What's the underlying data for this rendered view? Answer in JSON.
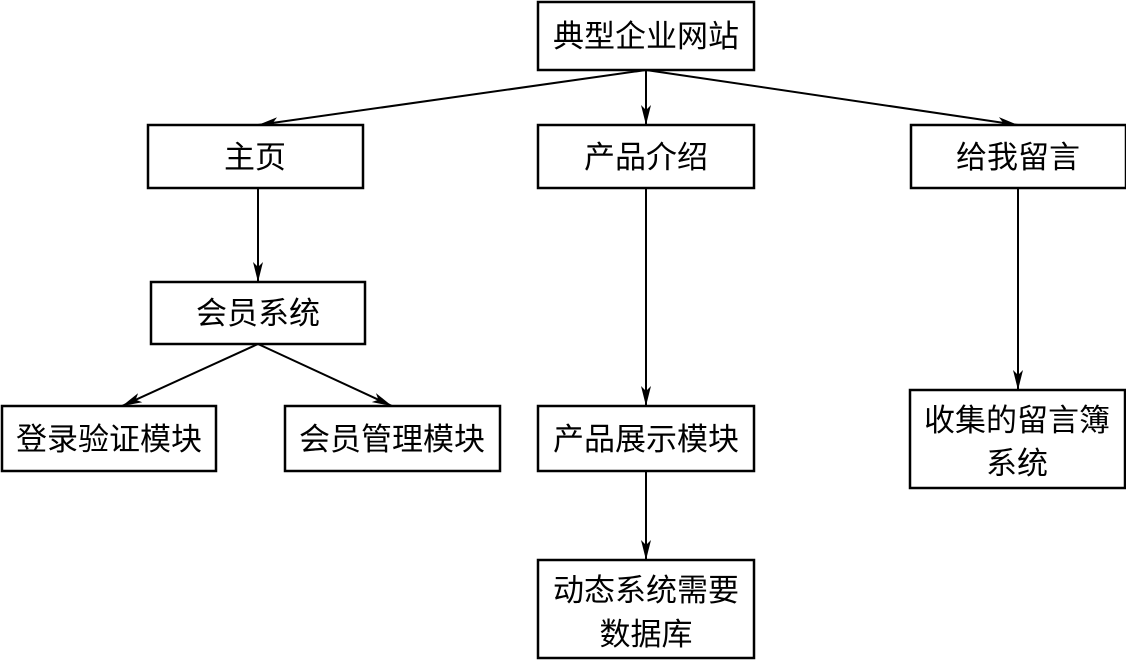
{
  "nodes": {
    "root": {
      "line1": "典型企业网站"
    },
    "homepage": {
      "line1": "主页"
    },
    "product_intro": {
      "line1": "产品介绍"
    },
    "guestbook": {
      "line1": "给我留言"
    },
    "member_system": {
      "line1": "会员系统"
    },
    "login_module": {
      "line1": "登录验证模块"
    },
    "member_mgmt_module": {
      "line1": "会员管理模块"
    },
    "product_display_module": {
      "line1": "产品展示模块"
    },
    "dynamic_db": {
      "line1": "动态系统需要",
      "line2": "数据库"
    },
    "guestbook_system": {
      "line1": "收集的留言簿",
      "line2": "系统"
    }
  },
  "edges": [
    {
      "from": "root",
      "to": "homepage"
    },
    {
      "from": "root",
      "to": "product_intro"
    },
    {
      "from": "root",
      "to": "guestbook"
    },
    {
      "from": "homepage",
      "to": "member_system"
    },
    {
      "from": "member_system",
      "to": "login_module"
    },
    {
      "from": "member_system",
      "to": "member_mgmt_module"
    },
    {
      "from": "product_intro",
      "to": "product_display_module"
    },
    {
      "from": "product_display_module",
      "to": "dynamic_db"
    },
    {
      "from": "guestbook",
      "to": "guestbook_system"
    }
  ]
}
